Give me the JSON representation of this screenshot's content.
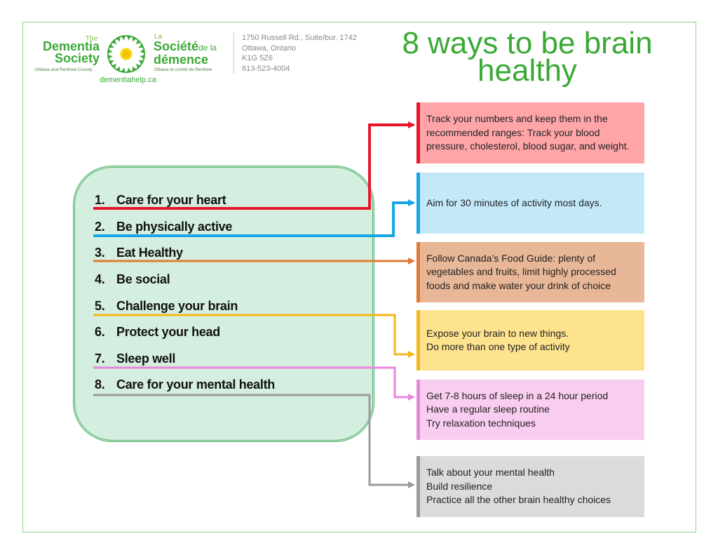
{
  "logo": {
    "en_the": "The",
    "en_name_line1": "Dementia",
    "en_name_line2": "Society",
    "en_subtitle": "Ottawa and Renfrew County",
    "fr_la": "La",
    "fr_name_line1": "Société",
    "fr_name_delа": "de la",
    "fr_name_line2": "démence",
    "fr_subtitle": "Ottawa et comté de Renfrew",
    "website": "dementiahelp.ca"
  },
  "address": {
    "line1": "1750 Russell Rd., Suite/bur. 1742",
    "line2": "Ottawa, Ontario",
    "line3": "K1G 5Z6",
    "line4": "613-523-4004"
  },
  "title": "8 ways to be brain healthy",
  "items": [
    {
      "num": "1.",
      "label": "Care for your heart"
    },
    {
      "num": "2.",
      "label": "Be physically active"
    },
    {
      "num": "3.",
      "label": "Eat Healthy"
    },
    {
      "num": "4.",
      "label": "Be social"
    },
    {
      "num": "5.",
      "label": "Challenge your brain"
    },
    {
      "num": "6.",
      "label": "Protect your head"
    },
    {
      "num": "7.",
      "label": "Sleep well"
    },
    {
      "num": "8.",
      "label": "Care for your mental health"
    }
  ],
  "boxes": [
    {
      "text": "Track your numbers and keep them in the recommended ranges: Track your blood pressure, cholesterol, blood sugar, and weight.",
      "bg": "#ffa5a8",
      "accent": "#e8152a"
    },
    {
      "text": "Aim for 30 minutes of activity most days.",
      "bg": "#c3e9f9",
      "accent": "#1aa6e6"
    },
    {
      "text": "Follow Canada’s Food Guide: plenty of vegetables and fruits, limit highly processed foods and make water your drink of choice",
      "bg": "#e8b797",
      "accent": "#e07a35"
    },
    {
      "text": "Expose your brain to new things.\nDo more than one type of activity",
      "bg": "#fde38e",
      "accent": "#f4b81c"
    },
    {
      "text": "Get 7-8 hours of sleep in a 24 hour period\nHave a regular sleep routine\nTry relaxation techniques",
      "bg": "#f9cdf0",
      "accent": "#e688da"
    },
    {
      "text": "Talk about your mental health\nBuild resilience\nPractice all the other brain healthy choices",
      "bg": "#dcdadc",
      "accent": "#9b9b9b"
    }
  ],
  "colors": {
    "brand_green": "#3aa935",
    "heart": "#e8152a",
    "active": "#1aa6e6",
    "healthy": "#e07a35",
    "brain": "#f4b81c",
    "sleep": "#e688da",
    "mental": "#9b9b9b"
  }
}
